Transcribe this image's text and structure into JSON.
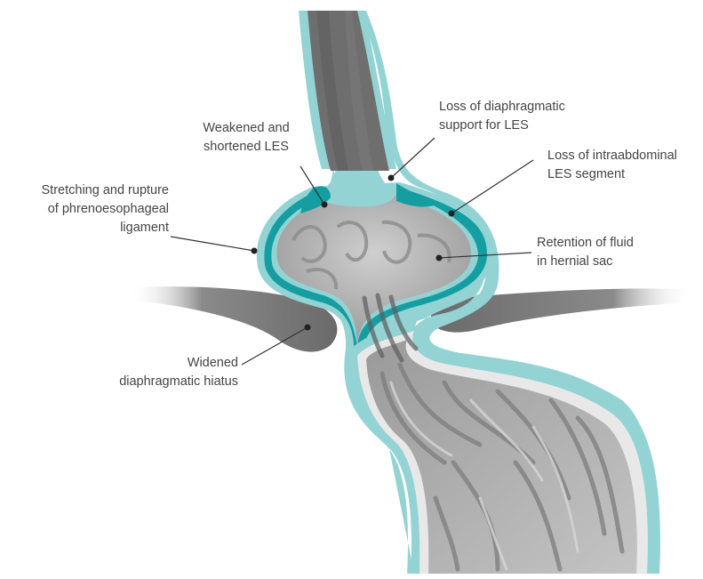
{
  "labels": {
    "weakened_les": [
      "Weakened and",
      "shortened LES"
    ],
    "stretching": [
      "Stretching and rupture",
      "of phrenoesophageal",
      "ligament"
    ],
    "widened_hiatus": [
      "Widened",
      "diaphragmatic hiatus"
    ],
    "loss_support": [
      "Loss of diaphragmatic",
      "support for LES"
    ],
    "loss_intra": [
      "Loss of intraabdominal",
      "LES segment"
    ],
    "retention": [
      "Retention of fluid",
      "in hernial sac"
    ]
  },
  "colors": {
    "outer_wall": "#93d3d3",
    "ligament": "#159ea2",
    "lumen_dark": "#6e6e6e",
    "mucosa": "#b9b9b9",
    "diaphragm": "#7a7a7a",
    "leader": "#333333",
    "text": "#444444"
  }
}
